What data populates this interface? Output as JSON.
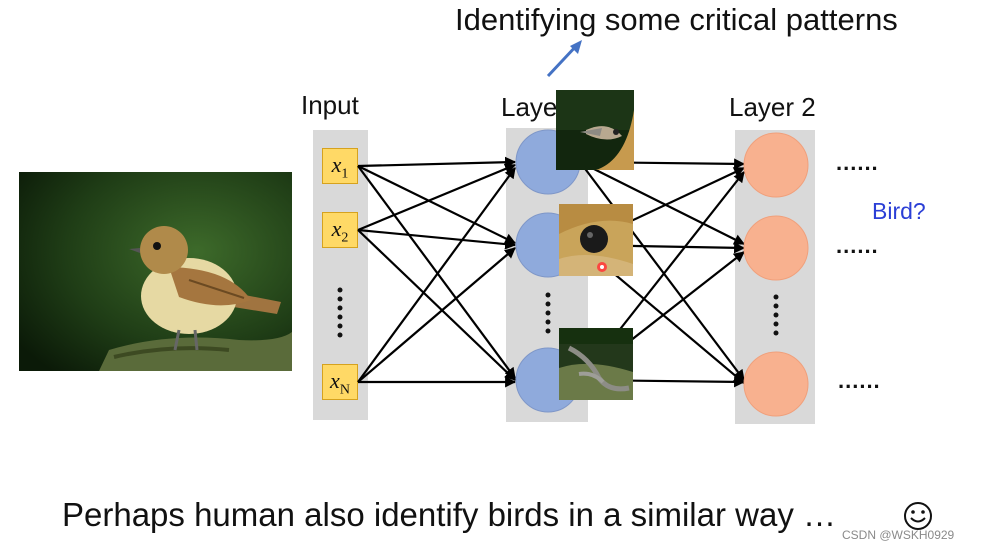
{
  "top_caption": "Identifying some critical patterns",
  "labels": {
    "input": "Input",
    "layer1": "Layer 1",
    "layer2": "Layer 2"
  },
  "inputs": [
    {
      "var": "x",
      "sub": "1"
    },
    {
      "var": "x",
      "sub": "2"
    },
    {
      "var": "x",
      "sub": "N"
    }
  ],
  "ellipsis_dots": "......",
  "bird_question": "Bird?",
  "bottom_caption": "Perhaps human also identify birds in a similar way …",
  "watermark": "CSDN @WSKH0929",
  "colors": {
    "panel": "#d9d9d9",
    "layer1_node": "#8faadc",
    "layer2_node": "#f8b18f",
    "input_box": "#ffd966",
    "arrow_blue": "#4472c4",
    "bird_question": "#2b3fd6"
  },
  "icons": [
    "bird-photo",
    "beak-patch",
    "eye-patch",
    "claw-patch",
    "smiley-icon"
  ]
}
